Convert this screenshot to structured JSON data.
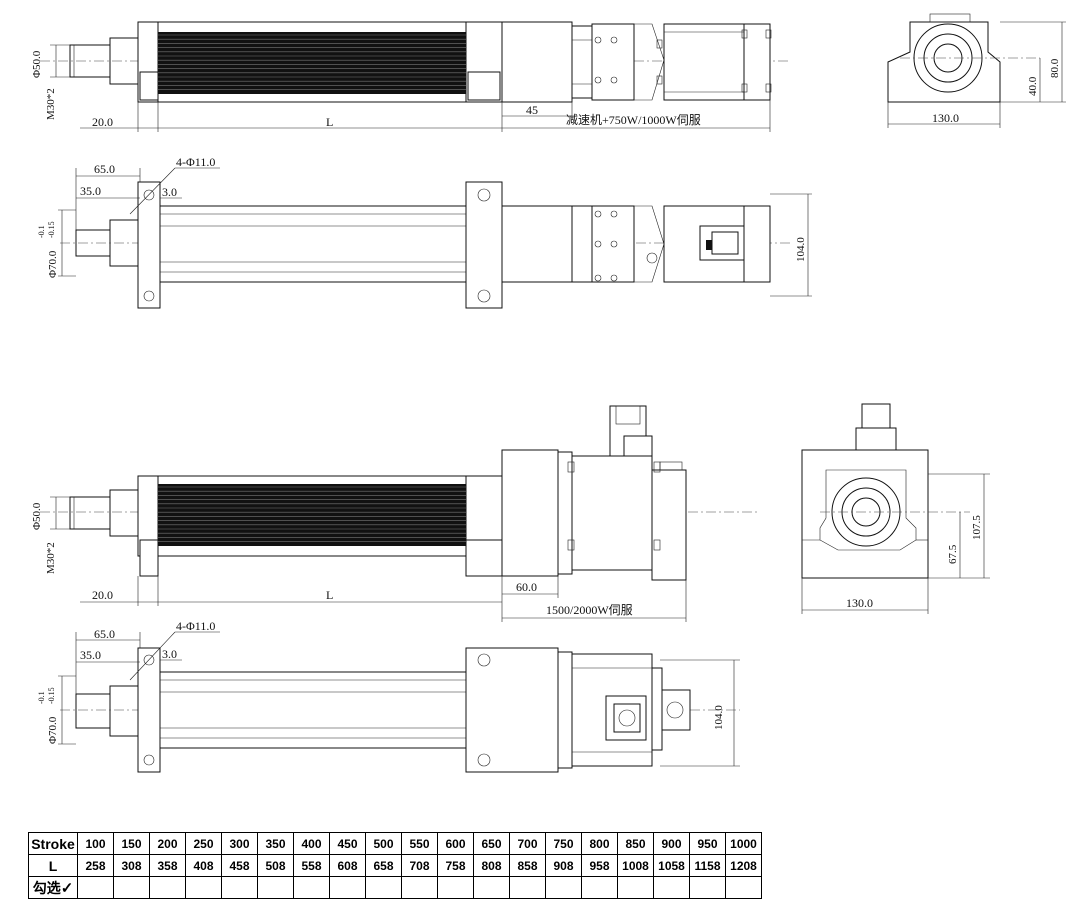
{
  "top_view": {
    "dia_50": "Φ50.0",
    "thread": "M30*2",
    "len_20": "20.0",
    "len_L": "L",
    "len_45": "45",
    "motor_note": "减速机+750W/1000W伺服"
  },
  "top_end_view": {
    "height_80": "80.0",
    "height_40": "40.0",
    "width_130": "130.0"
  },
  "top_plan_view": {
    "len_65": "65.0",
    "len_35": "35.0",
    "holes": "4-Φ11.0",
    "len_3": "3.0",
    "dia_70": "Φ70.0",
    "tol_upper": "-0.1",
    "tol_lower": "-0.15",
    "width_104": "104.0"
  },
  "bottom_view": {
    "dia_50": "Φ50.0",
    "thread": "M30*2",
    "len_20": "20.0",
    "len_L": "L",
    "len_60": "60.0",
    "motor_note": "1500/2000W伺服"
  },
  "bottom_end_view": {
    "height_107": "107.5",
    "height_67": "67.5",
    "width_130": "130.0"
  },
  "bottom_plan_view": {
    "len_65": "65.0",
    "len_35": "35.0",
    "holes": "4-Φ11.0",
    "len_3": "3.0",
    "dia_70": "Φ70.0",
    "tol_upper": "-0.1",
    "tol_lower": "-0.15",
    "width_104": "104.0"
  },
  "stroke_table": {
    "stroke_label": "Stroke",
    "l_label": "L",
    "select_label": "勾选",
    "check_mark": "✓",
    "strokes": [
      "100",
      "150",
      "200",
      "250",
      "300",
      "350",
      "400",
      "450",
      "500",
      "550",
      "600",
      "650",
      "700",
      "750",
      "800",
      "850",
      "900",
      "950",
      "1000"
    ],
    "lengths": [
      "258",
      "308",
      "358",
      "408",
      "458",
      "508",
      "558",
      "608",
      "658",
      "708",
      "758",
      "808",
      "858",
      "908",
      "958",
      "1008",
      "1058",
      "1158",
      "1208"
    ]
  }
}
